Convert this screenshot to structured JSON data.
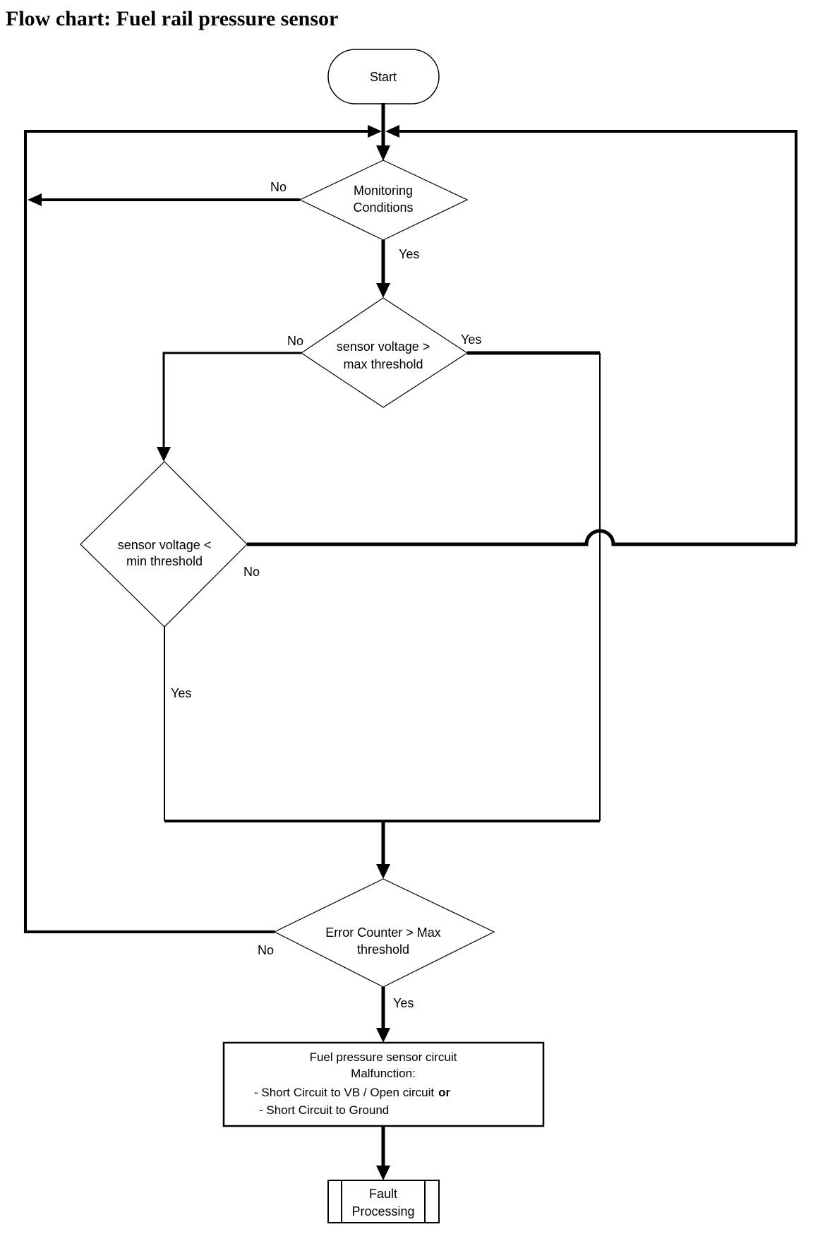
{
  "title": "Flow chart: Fuel rail pressure sensor",
  "colors": {
    "ink": "#000000",
    "background": "#ffffff"
  },
  "nodes": {
    "start": {
      "label": "Start"
    },
    "monitoring_conditions": {
      "line1": "Monitoring",
      "line2": "Conditions",
      "no": "No",
      "yes": "Yes"
    },
    "sensor_voltage_max": {
      "line1": "sensor voltage >",
      "line2": "max threshold",
      "no": "No",
      "yes": "Yes"
    },
    "sensor_voltage_min": {
      "line1": "sensor voltage <",
      "line2": "min threshold",
      "no": "No",
      "yes": "Yes"
    },
    "error_counter": {
      "line1": "Error Counter > Max",
      "line2": "threshold",
      "no": "No",
      "yes": "Yes"
    },
    "malfunction_box": {
      "line1": "Fuel pressure sensor circuit",
      "line2": "Malfunction:",
      "line3": "- Short Circuit to VB / Open circuit",
      "line3_bold": "or",
      "line4": "- Short Circuit to Ground"
    },
    "fault_processing": {
      "line1": "Fault",
      "line2": "Processing"
    }
  }
}
